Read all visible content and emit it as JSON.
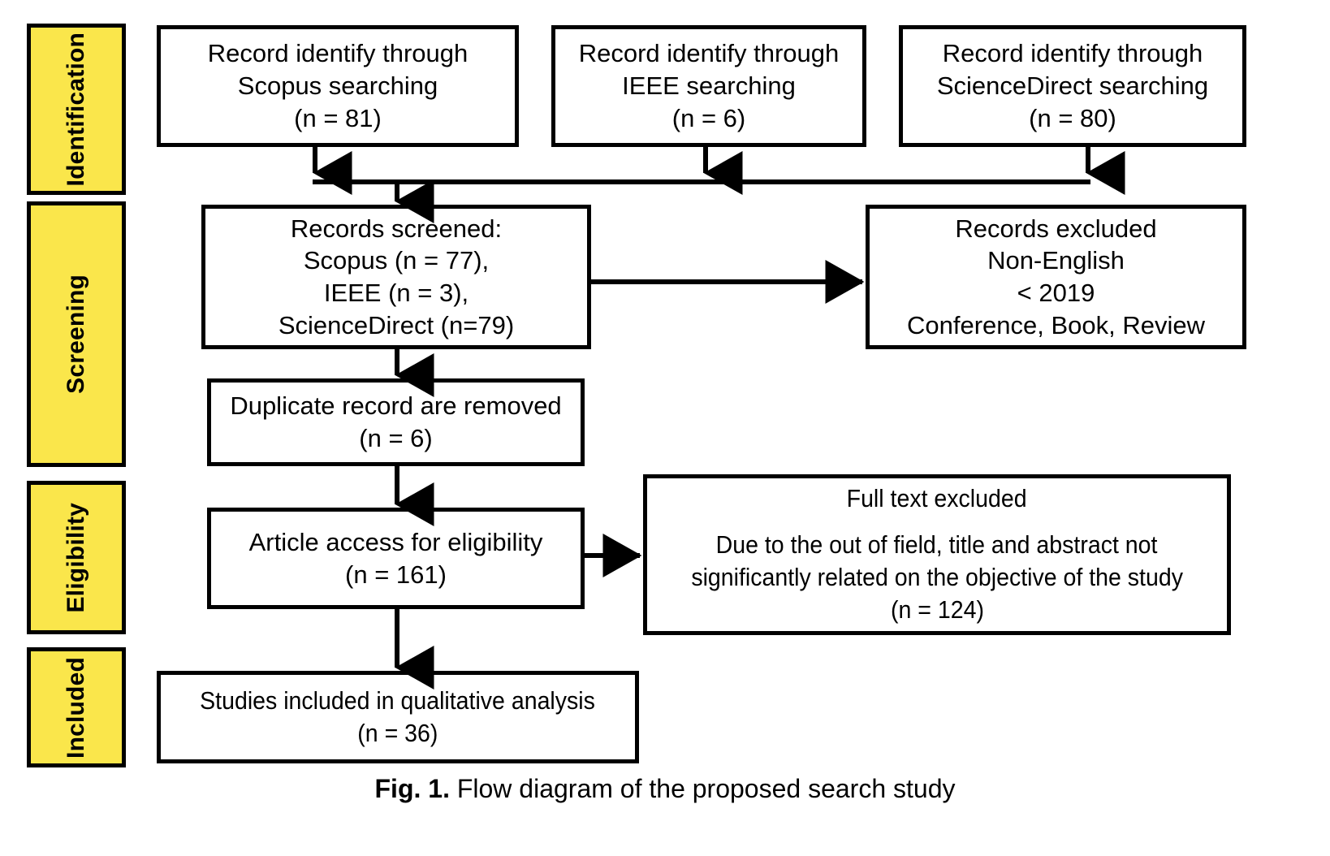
{
  "figure": {
    "caption_bold": "Fig. 1.",
    "caption_rest": " Flow diagram of the proposed search study"
  },
  "colors": {
    "stage_fill": "#FAE64B",
    "stroke": "#000000",
    "box_fill": "#FFFFFF"
  },
  "stages": [
    {
      "id": "identification",
      "label": "Identification"
    },
    {
      "id": "screening",
      "label": "Screening"
    },
    {
      "id": "eligibility",
      "label": "Eligibility"
    },
    {
      "id": "included",
      "label": "Included"
    }
  ],
  "boxes": {
    "scopus_source": {
      "line1": "Record identify through",
      "line2": "Scopus searching",
      "line3": "(n = 81)"
    },
    "ieee_source": {
      "line1": "Record identify through",
      "line2": "IEEE searching",
      "line3": "(n = 6)"
    },
    "sciencedirect_source": {
      "line1": "Record identify through",
      "line2": "ScienceDirect searching",
      "line3": "(n = 80)"
    },
    "records_screened": {
      "line1": "Records screened:",
      "line2": "Scopus (n = 77),",
      "line3": "IEEE (n = 3),",
      "line4": "ScienceDirect (n=79)"
    },
    "records_excluded": {
      "line1": "Records excluded",
      "line2": "Non-English",
      "line3": "< 2019",
      "line4": "Conference, Book, Review"
    },
    "duplicates_removed": {
      "line1": "Duplicate record are removed",
      "line2": "(n = 6)"
    },
    "eligibility_access": {
      "line1": "Article access for eligibility",
      "line2": "(n = 161)"
    },
    "full_text_excluded": {
      "line1": "Full text excluded",
      "line2": "Due to the out of field, title and abstract not",
      "line3": "significantly related on the objective of the study",
      "line4": "(n = 124)"
    },
    "studies_included": {
      "line1": "Studies included in qualitative analysis",
      "line2": "(n = 36)"
    }
  },
  "chart_data": {
    "type": "diagram",
    "title": "Fig. 1. Flow diagram of the proposed search study",
    "diagram_kind": "prisma-flow",
    "stages": [
      "Identification",
      "Screening",
      "Eligibility",
      "Included"
    ],
    "nodes": [
      {
        "id": "scopus_source",
        "stage": "Identification",
        "label": "Record identify through Scopus searching",
        "n": 81
      },
      {
        "id": "ieee_source",
        "stage": "Identification",
        "label": "Record identify through IEEE searching",
        "n": 6
      },
      {
        "id": "sciencedirect_source",
        "stage": "Identification",
        "label": "Record identify through ScienceDirect searching",
        "n": 80
      },
      {
        "id": "records_screened",
        "stage": "Screening",
        "label": "Records screened",
        "breakdown": {
          "Scopus": 77,
          "IEEE": 3,
          "ScienceDirect": 79
        }
      },
      {
        "id": "records_excluded",
        "stage": "Screening",
        "label": "Records excluded",
        "reasons": [
          "Non-English",
          "< 2019",
          "Conference, Book, Review"
        ]
      },
      {
        "id": "duplicates_removed",
        "stage": "Screening",
        "label": "Duplicate record are removed",
        "n": 6
      },
      {
        "id": "eligibility_access",
        "stage": "Eligibility",
        "label": "Article access for eligibility",
        "n": 161
      },
      {
        "id": "full_text_excluded",
        "stage": "Eligibility",
        "label": "Full text excluded",
        "reason": "Due to the out of field, title and abstract not significantly related on the objective of the study",
        "n": 124
      },
      {
        "id": "studies_included",
        "stage": "Included",
        "label": "Studies included in qualitative analysis",
        "n": 36
      }
    ],
    "edges": [
      {
        "from": "scopus_source",
        "to": "records_screened"
      },
      {
        "from": "ieee_source",
        "to": "records_screened"
      },
      {
        "from": "sciencedirect_source",
        "to": "records_screened"
      },
      {
        "from": "records_screened",
        "to": "records_excluded"
      },
      {
        "from": "records_screened",
        "to": "duplicates_removed"
      },
      {
        "from": "duplicates_removed",
        "to": "eligibility_access"
      },
      {
        "from": "eligibility_access",
        "to": "full_text_excluded"
      },
      {
        "from": "eligibility_access",
        "to": "studies_included"
      }
    ]
  }
}
